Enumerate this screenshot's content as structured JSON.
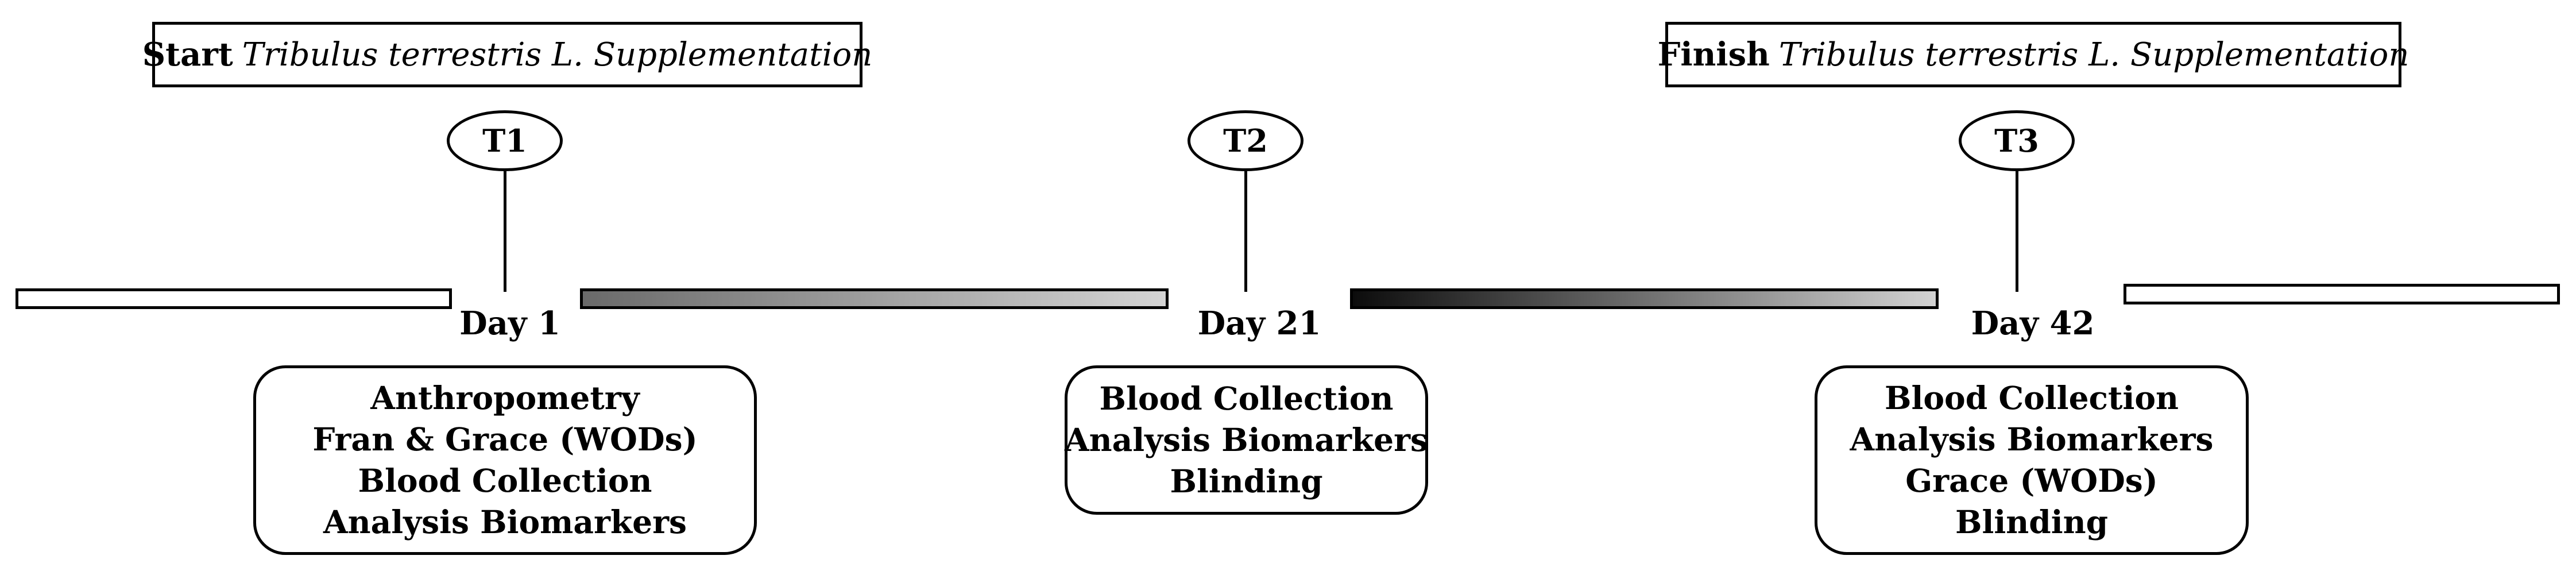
{
  "header_start": {
    "prefix": "Start",
    "species": "Tribulus terrestris L. Supplementation"
  },
  "header_finish": {
    "prefix": "Finish",
    "species": "Tribulus terrestris L. Supplementation"
  },
  "timepoints": [
    {
      "label": "T1",
      "day": "Day 1"
    },
    {
      "label": "T2",
      "day": "Day 21"
    },
    {
      "label": "T3",
      "day": "Day 42"
    }
  ],
  "activities_t1": [
    "Anthropometry",
    "Fran & Grace (WODs)",
    "Blood Collection",
    "Analysis  Biomarkers"
  ],
  "activities_t2": [
    "Blood Collection",
    "Analysis  Biomarkers",
    "Blinding"
  ],
  "activities_t3": [
    "Blood Collection",
    "Analysis  Biomarkers",
    "Grace (WODs)",
    "Blinding"
  ]
}
